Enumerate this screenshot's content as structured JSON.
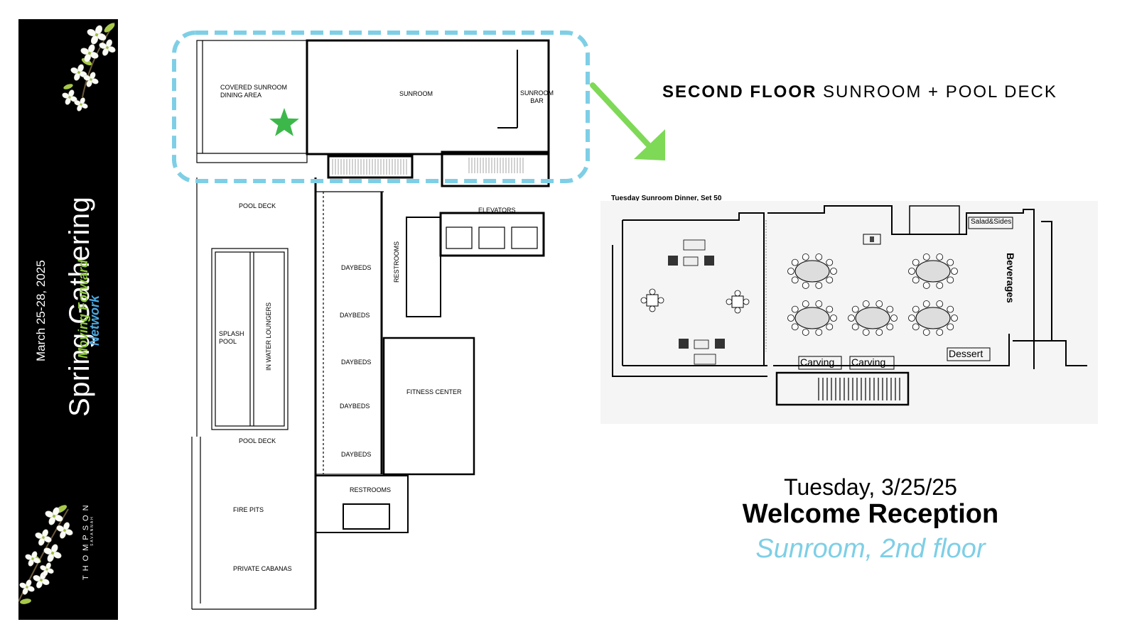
{
  "banner": {
    "dates": "March 25-28, 2025",
    "title": "Spring Gathering",
    "org_line1": "Moving Forward",
    "org_line2": "Network",
    "hotel": "THOMPSON",
    "city": "SAVANNAH"
  },
  "heading": {
    "bold": "SECOND FLOOR",
    "light": "SUNROOM + POOL DECK"
  },
  "floorplan": {
    "rooms": {
      "covered_sunroom": "COVERED SUNROOM\nDINING AREA",
      "sunroom": "SUNROOM",
      "sunroom_bar": "SUNROOM\nBAR",
      "pool_deck_top": "POOL DECK",
      "elevators": "ELEVATORS",
      "daybeds": "DAYBEDS",
      "restrooms_vertical": "RESTROOMS",
      "splash_pool": "SPLASH\nPOOL",
      "in_water_loungers": "IN WATER LOUNGERS",
      "fitness_center": "FITNESS CENTER",
      "pool_deck_bottom": "POOL DECK",
      "restrooms_bottom": "RESTROOMS",
      "fire_pits": "FIRE PITS",
      "private_cabanas": "PRIVATE CABANAS"
    },
    "accent_color": "#7ecfe6",
    "star_color": "#3cb84a",
    "arrow_color": "#7ed957"
  },
  "setplan": {
    "caption": "Tuesday Sunroom Dinner, Set 50",
    "labels": {
      "salad_sides": "Salad&Sides",
      "beverages": "Beverages",
      "carving1": "Carving",
      "carving2": "Carving",
      "dessert": "Dessert"
    }
  },
  "event": {
    "day": "Tuesday, 3/25/25",
    "name": "Welcome Reception",
    "location": "Sunroom, 2nd floor"
  }
}
